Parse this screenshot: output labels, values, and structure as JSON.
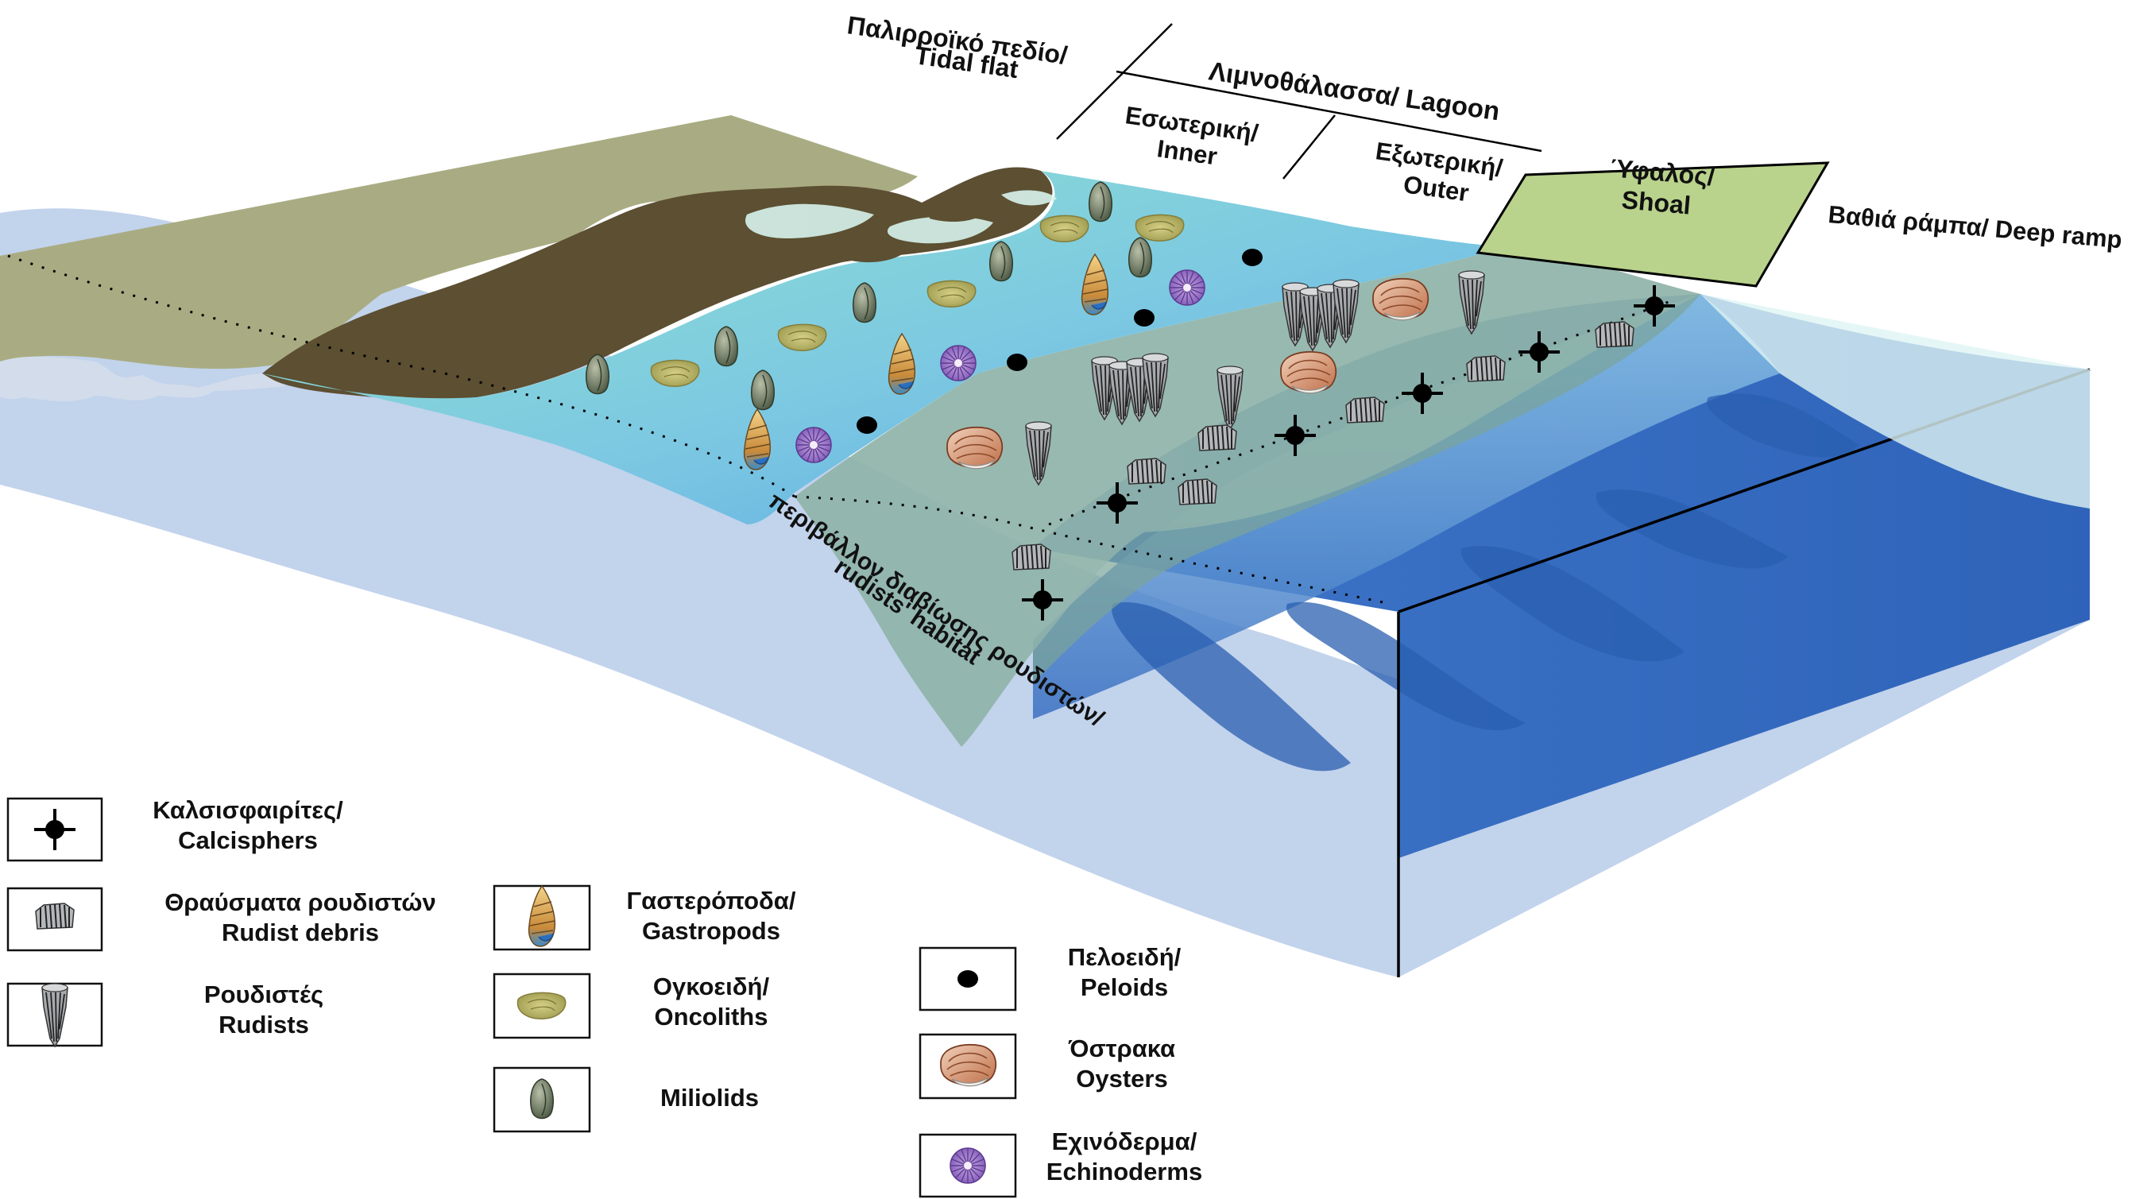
{
  "zones": {
    "tidal_flat_1": "Παλιρροϊκό πεδίο/",
    "tidal_flat_2": "Tidal flat",
    "lagoon": "Λιμνοθάλασσα/ Lagoon",
    "inner_1": "Εσωτερική/",
    "inner_2": "Inner",
    "outer_1": "Εξωτερική/",
    "outer_2": "Outer",
    "shoal_1": "Ύφαλος/",
    "shoal_2": "Shoal",
    "deep_ramp": "Βαθιά ράμπα/ Deep ramp",
    "habitat_1": "περιβάλλον διαβίωσης ρουδιστών/",
    "habitat_2": "rudists' habitat"
  },
  "legend": [
    {
      "icon": "calcisphere-icon",
      "line1": "Καλσισφαιρίτες/",
      "line2": "Calcisphers"
    },
    {
      "icon": "rudist-debris-icon",
      "line1": "Θραύσματα ρουδιστών",
      "line2": "Rudist debris"
    },
    {
      "icon": "rudist-icon",
      "line1": "Ρουδιστές",
      "line2": "Rudists"
    },
    {
      "icon": "gastropod-icon",
      "line1": "Γαστερόποδα/",
      "line2": "Gastropods"
    },
    {
      "icon": "oncolith-icon",
      "line1": "Ογκοειδή/",
      "line2": "Oncoliths"
    },
    {
      "icon": "miliolid-icon",
      "line1": "Miliolids",
      "line2": ""
    },
    {
      "icon": "peloid-icon",
      "line1": "Πελοειδή/",
      "line2": "Peloids"
    },
    {
      "icon": "oyster-icon",
      "line1": "Όστρακα",
      "line2": "Oysters"
    },
    {
      "icon": "echinoderm-icon",
      "line1": "Εχινόδερμα/",
      "line2": "Echinoderms"
    }
  ],
  "colors": {
    "land": "#a9ac82",
    "land_dark": "#5c4f32",
    "shelf_side": "#c2d3ec",
    "tidal_water": "#7fd9cf",
    "lagoon_water": "#6db9e0",
    "rudist_belt": "#8fb3a8",
    "shoal": "#b9d28c",
    "deep": "#2f64b7"
  }
}
